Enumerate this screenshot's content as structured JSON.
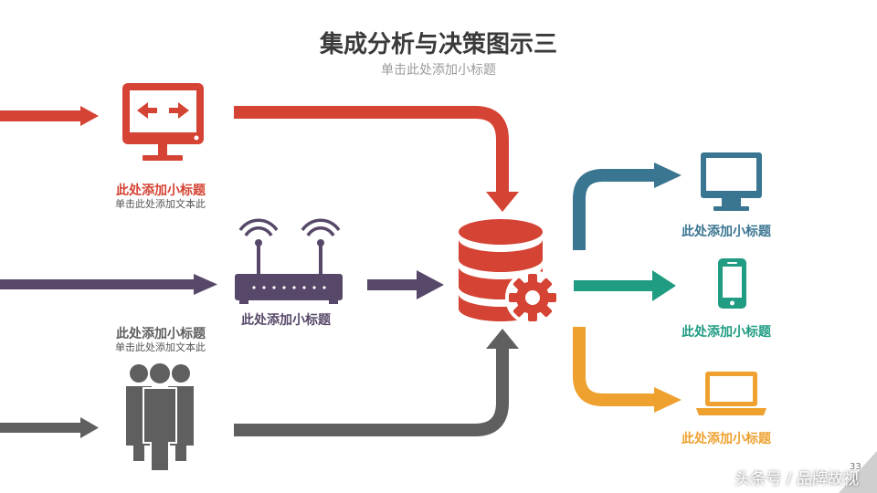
{
  "header": {
    "title": "集成分析与决策图示三",
    "subtitle": "单击此处添加小标题"
  },
  "inputs": {
    "monitor_title": "此处添加小标题",
    "monitor_text": "单击此处添加文本此",
    "router_title": "此处添加小标题",
    "people_title": "此处添加小标题",
    "people_text": "单击此处添加文本此"
  },
  "outputs": {
    "desktop_title": "此处添加小标题",
    "phone_title": "此处添加小标题",
    "laptop_title": "此处添加小标题"
  },
  "footer": {
    "watermark": "头条号 / 品牌故视",
    "page_number": "33"
  },
  "colors": {
    "red": "#d44333",
    "purple": "#574869",
    "gray": "#5f5f5f",
    "blue": "#3a7591",
    "green": "#1f9c82",
    "orange": "#eea12f"
  },
  "icons": [
    "monitor-code-icon",
    "router-icon",
    "people-group-icon",
    "database-gear-icon",
    "desktop-icon",
    "smartphone-icon",
    "laptop-icon"
  ]
}
